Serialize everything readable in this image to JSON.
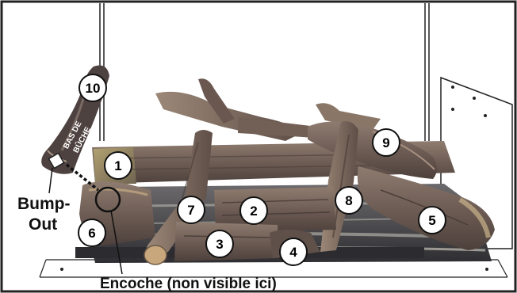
{
  "figure": {
    "log_labels": [
      "1",
      "2",
      "3",
      "4",
      "5",
      "6",
      "7",
      "8",
      "9",
      "10"
    ],
    "log_bottom_text": [
      "BAS DE",
      "BÛCHE"
    ],
    "bump_out_label": [
      "Bump-",
      "Out"
    ],
    "notch_label": "Encoche (non visible ici)"
  },
  "colors": {
    "frame": "#222222",
    "bark_dark": "#5a4a44",
    "bark_mid": "#7d6b62",
    "bark_light": "#a89686",
    "wood_end": "#c9a77c",
    "ember": "#3a3a3e",
    "ash": "#b9b6ae",
    "badge_fill": "#ffffff"
  }
}
